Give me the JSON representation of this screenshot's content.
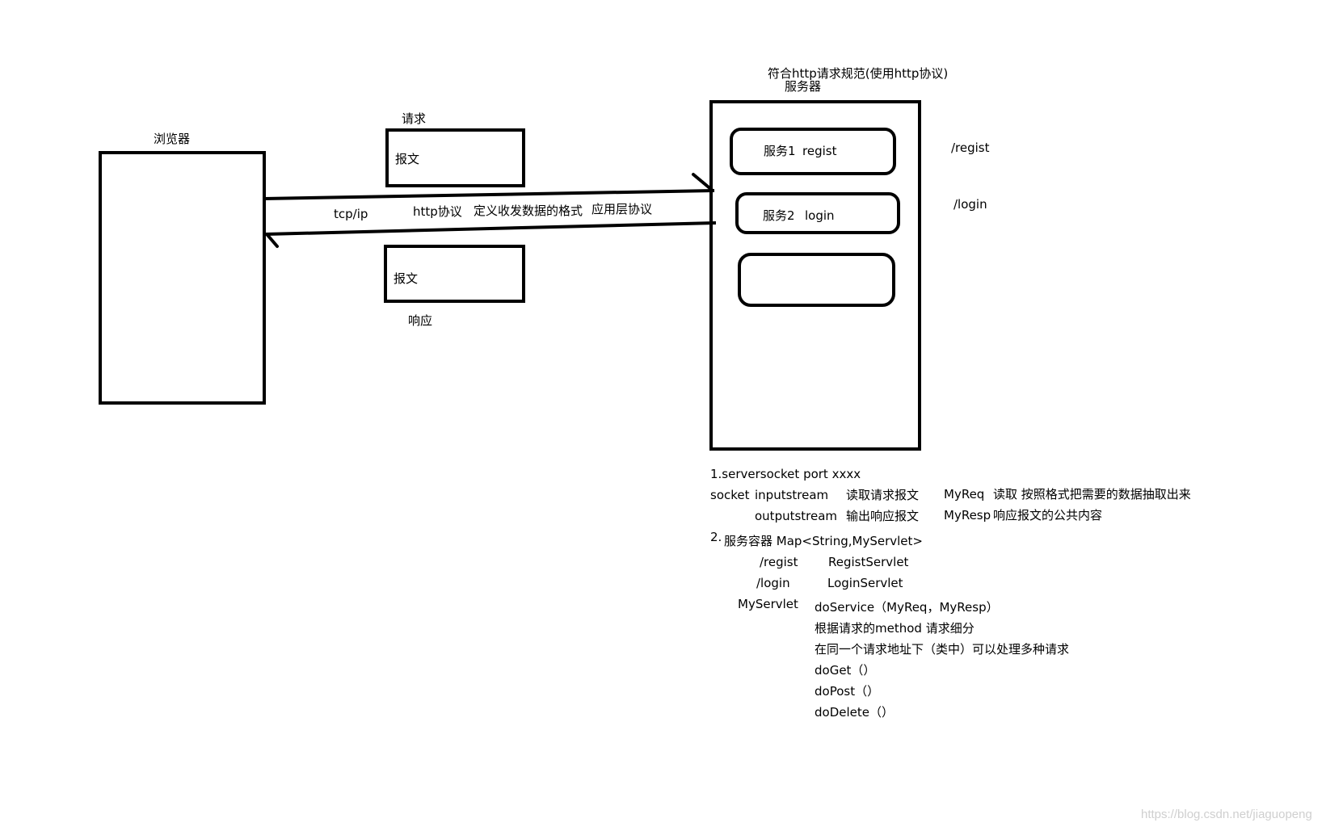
{
  "browser": {
    "label": "浏览器"
  },
  "server": {
    "heading_line1": "符合http请求规范(使用http协议)",
    "heading_line2": "服务器",
    "services": [
      {
        "name": "服务1",
        "route": "regist"
      },
      {
        "name": "服务2",
        "route": "login"
      },
      {
        "name": "",
        "route": ""
      }
    ],
    "path_labels": [
      "/regist",
      "/login"
    ]
  },
  "request": {
    "caption": "请求",
    "box_label": "报文"
  },
  "response": {
    "caption": "响应",
    "box_label": "报文"
  },
  "channel": {
    "tcp": "tcp/ip",
    "http": "http协议",
    "desc": "定义收发数据的格式",
    "layer": "应用层协议"
  },
  "notes": {
    "step1": "1.serversocket port xxxx",
    "socket": "socket",
    "inputstream": "inputstream",
    "read_request": "读取请求报文",
    "myreq": "MyReq",
    "myreq_desc": "读取  按照格式把需要的数据抽取出来",
    "outputstream": "outputstream",
    "write_response": "输出响应报文",
    "myresp": "MyResp",
    "myresp_desc": "响应报文的公共内容",
    "step2_num": "2.",
    "step2_text": "服务容器 Map<String,MyServlet>",
    "map_rows": [
      {
        "path": "/regist",
        "servlet": "RegistServlet"
      },
      {
        "path": "/login",
        "servlet": "LoginServlet"
      }
    ],
    "myservlet": "MyServlet",
    "servlet_lines": [
      "doService（MyReq，MyResp）",
      "根据请求的method   请求细分",
      "在同一个请求地址下（类中）可以处理多种请求",
      "doGet（）",
      "doPost（）",
      "doDelete（）"
    ]
  },
  "watermark": "https://blog.csdn.net/jiaguopeng"
}
